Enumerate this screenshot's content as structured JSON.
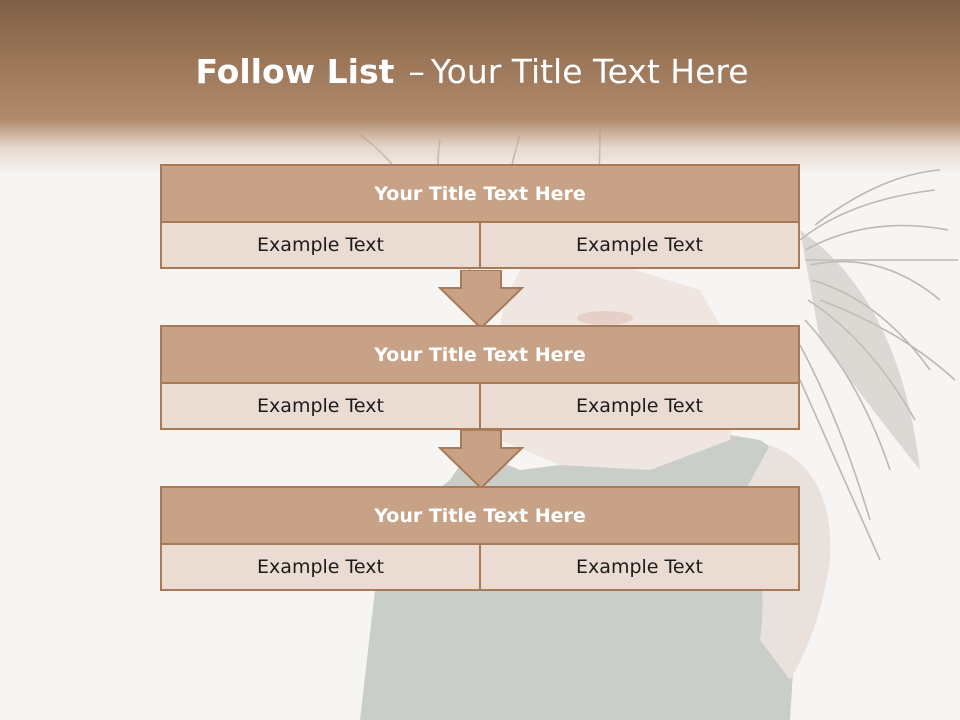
{
  "slide": {
    "title_bold": "Follow List",
    "title_separator": "–",
    "title_rest": "Your Title Text Here"
  },
  "steps": [
    {
      "title": "Your Title Text Here",
      "left": "Example Text",
      "right": "Example Text"
    },
    {
      "title": "Your Title Text Here",
      "left": "Example Text",
      "right": "Example Text"
    },
    {
      "title": "Your Title Text Here",
      "left": "Example Text",
      "right": "Example Text"
    }
  ],
  "colors": {
    "header_band": "#9c7658",
    "box_header_fill": "#c7a287",
    "box_body_fill": "#ebdcd3",
    "border": "#a97a57",
    "background": "#f7f5f3"
  }
}
